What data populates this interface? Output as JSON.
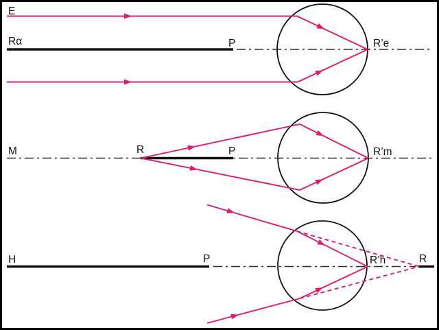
{
  "figure": {
    "description_labels": {
      "emmetropic_eye": "E",
      "myopic_eye": "M",
      "hyperopic_eye": "H"
    },
    "colors": {
      "ray": "#e01a6d",
      "ink": "#111111",
      "axis": "#2b2b2b",
      "background": "#ffffff"
    },
    "sections": [
      {
        "name": "emmetropic-eye",
        "eye_label": "E",
        "far_point_label": "Rα",
        "principal_label": "P",
        "retina_image_label": "R’e"
      },
      {
        "name": "myopic-eye",
        "eye_label": "M",
        "far_point_label": "R",
        "principal_label": "P",
        "retina_image_label": "R’m"
      },
      {
        "name": "hyperopic-eye",
        "eye_label": "H",
        "principal_label": "P",
        "retina_image_label": "R’h",
        "virtual_far_point_label": "R"
      }
    ]
  }
}
